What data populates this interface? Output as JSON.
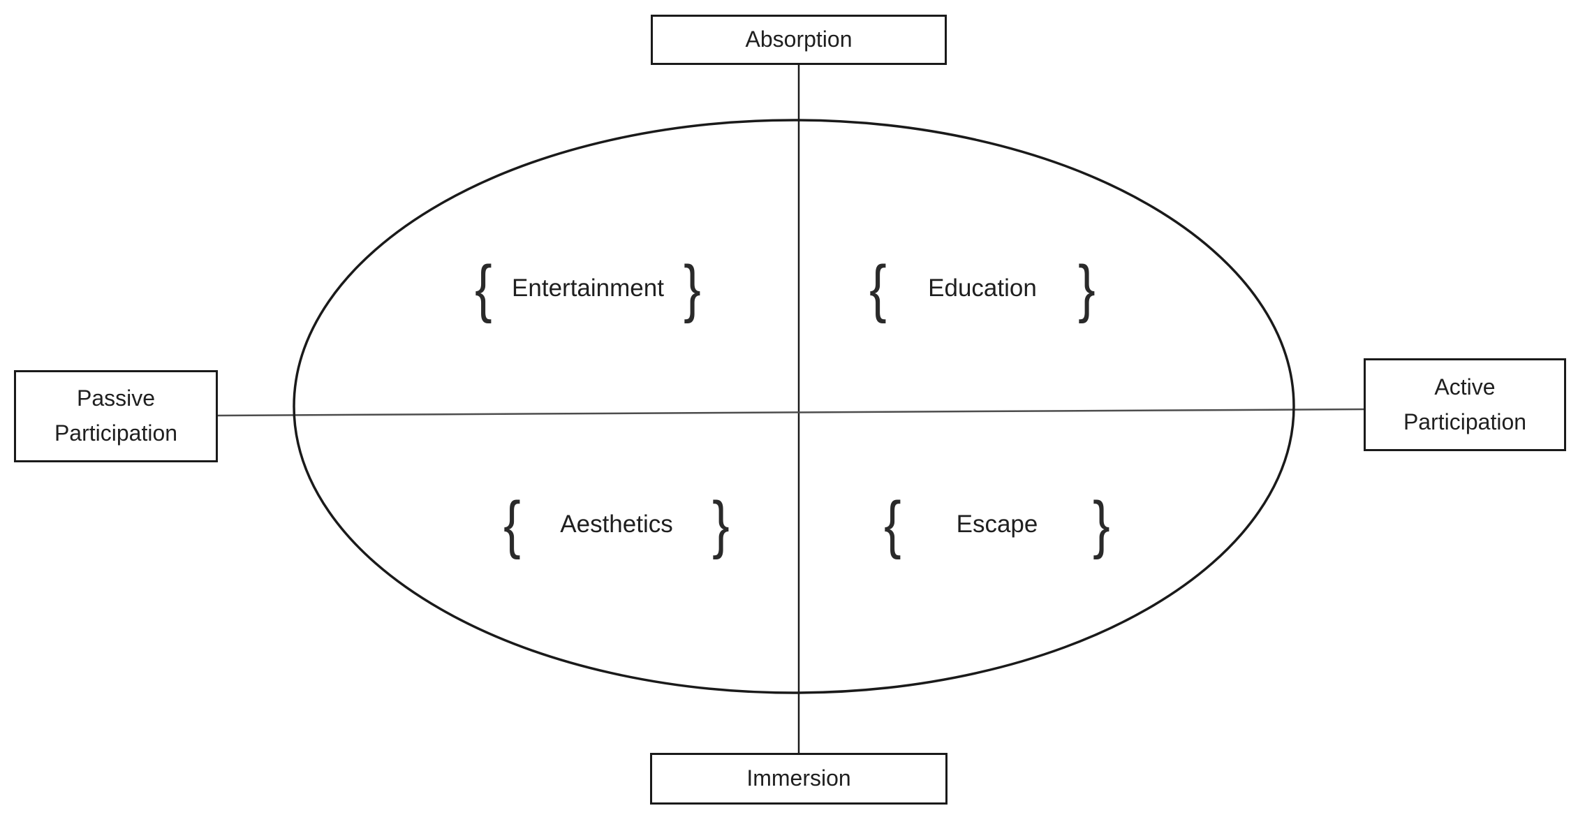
{
  "axes": {
    "top": {
      "label": "Absorption"
    },
    "bottom": {
      "label": "Immersion"
    },
    "left": {
      "line1": "Passive",
      "line2": "Participation"
    },
    "right": {
      "line1": "Active",
      "line2": "Participation"
    }
  },
  "quadrants": [
    {
      "position": "top-left",
      "label": "Entertainment"
    },
    {
      "position": "top-right",
      "label": "Education"
    },
    {
      "position": "bottom-left",
      "label": "Aesthetics"
    },
    {
      "position": "bottom-right",
      "label": "Escape"
    }
  ],
  "decorations": {
    "brace_left": "{",
    "brace_right": "}"
  },
  "colors": {
    "outline": "#1a1a1a",
    "axis_line_vertical": "#1a1a1a",
    "axis_line_horizontal": "#4d4d4d",
    "background": "#ffffff"
  }
}
